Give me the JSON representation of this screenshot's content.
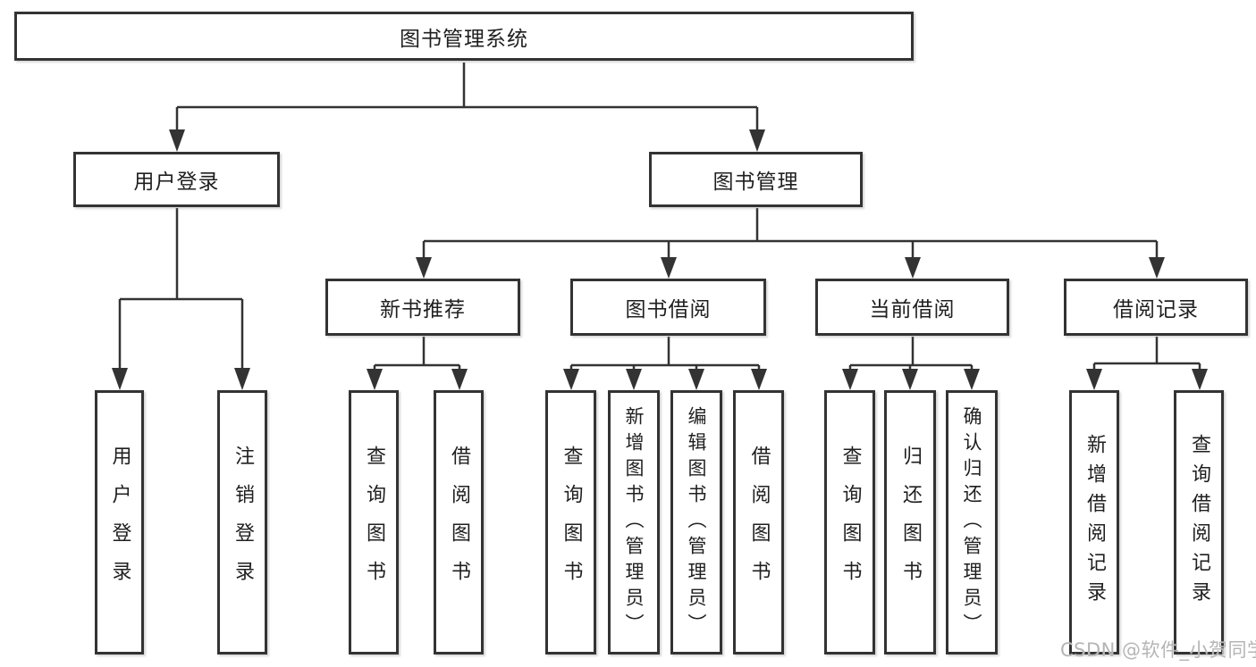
{
  "colors": {
    "line": "#333333",
    "box_border": "#333333",
    "text": "#1f1f1f",
    "watermark": "#b5b5b5",
    "background": "#ffffff"
  },
  "watermark": {
    "text": "CSDN @软件_小贺同学"
  },
  "nodes": {
    "root": {
      "label": "图书管理系统"
    },
    "userLogin": {
      "label": "用户登录",
      "children": [
        {
          "label": "用户登录"
        },
        {
          "label": "注销登录"
        }
      ]
    },
    "bookManagement": {
      "label": "图书管理"
    },
    "newBookRecommend": {
      "label": "新书推荐",
      "children": [
        {
          "label": "查询图书"
        },
        {
          "label": "借阅图书"
        }
      ]
    },
    "bookBorrow": {
      "label": "图书借阅",
      "children": [
        {
          "label": "查询图书"
        },
        {
          "label": "新增图书（管理员）"
        },
        {
          "label": "编辑图书（管理员）"
        },
        {
          "label": "借阅图书"
        }
      ]
    },
    "currentBorrow": {
      "label": "当前借阅",
      "children": [
        {
          "label": "查询图书"
        },
        {
          "label": "归还图书"
        },
        {
          "label": "确认归还（管理员）"
        }
      ]
    },
    "borrowRecord": {
      "label": "借阅记录",
      "children": [
        {
          "label": "新增借阅记录"
        },
        {
          "label": "查询借阅记录"
        }
      ]
    }
  }
}
